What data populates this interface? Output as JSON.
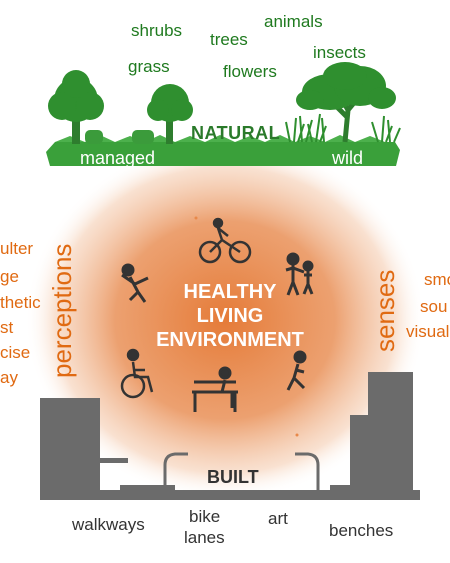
{
  "natural": {
    "title": "NATURAL",
    "managed": "managed",
    "wild": "wild",
    "items": [
      "shrubs",
      "trees",
      "animals",
      "grass",
      "flowers",
      "insects"
    ]
  },
  "center": {
    "lines": [
      "HEALTHY",
      "LIVING",
      "ENVIRONMENT"
    ]
  },
  "perceptions": {
    "title": "perceptions",
    "items": [
      "ulter",
      "ge",
      "thetic",
      "st",
      "cise",
      "ay"
    ]
  },
  "senses": {
    "title": "senses",
    "items": [
      "smo",
      "sou",
      "visual"
    ]
  },
  "built": {
    "title": "BUILT",
    "items": [
      "walkways",
      "bike",
      "lanes",
      "art",
      "benches"
    ]
  },
  "colors": {
    "natural_green": "#2f8f2f",
    "orange_text": "#e06a12",
    "glow_orange": "#e8894a",
    "built_gray": "#6b6b6b"
  }
}
